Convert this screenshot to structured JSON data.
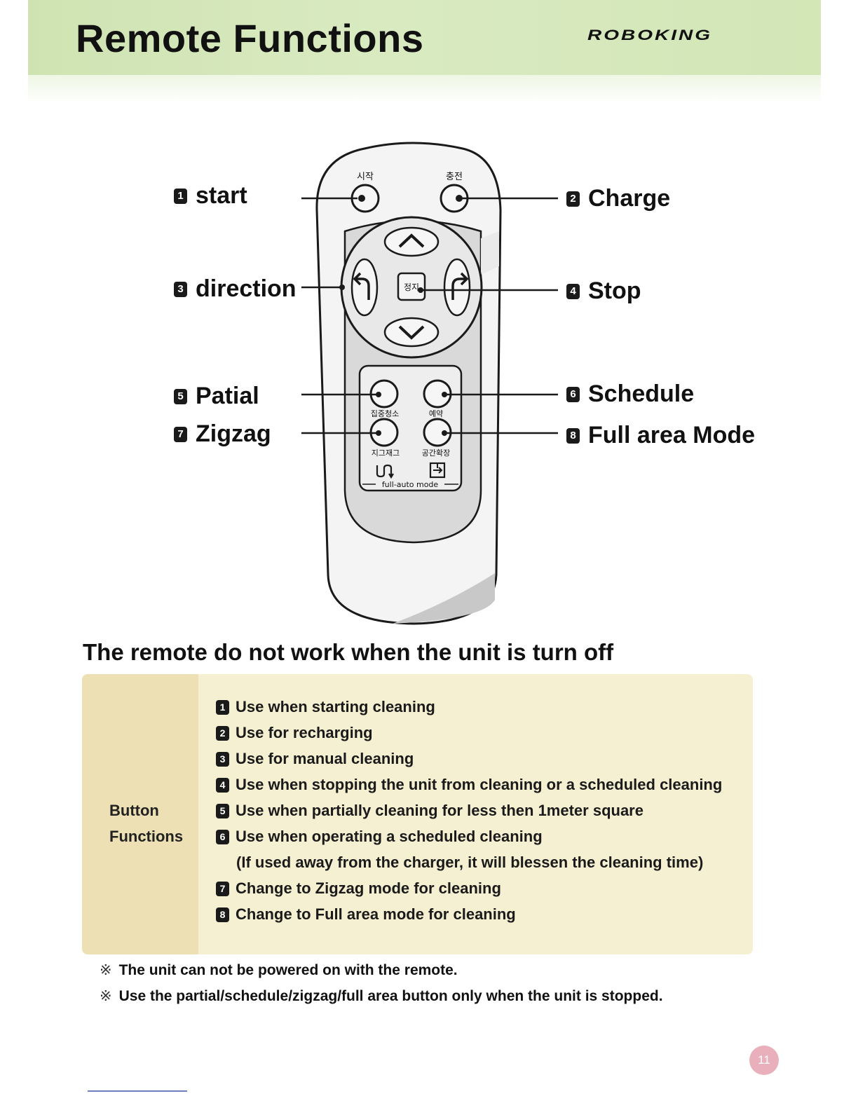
{
  "header": {
    "title": "Remote Functions",
    "logo": "ROBOKING"
  },
  "callouts": [
    {
      "num": "1",
      "label": "start"
    },
    {
      "num": "2",
      "label": "Charge"
    },
    {
      "num": "3",
      "label": "direction"
    },
    {
      "num": "4",
      "label": "Stop"
    },
    {
      "num": "5",
      "label": "Patial"
    },
    {
      "num": "6",
      "label": "Schedule"
    },
    {
      "num": "7",
      "label": "Zigzag"
    },
    {
      "num": "8",
      "label": "Full area Mode"
    }
  ],
  "remote": {
    "start_label": "시작",
    "charge_label": "충전",
    "stop_label": "정지",
    "partial_label": "집중청소",
    "schedule_label": "예약",
    "zigzag_label": "지그재그",
    "fullarea_label": "공간확장",
    "mode_text": "full-auto mode"
  },
  "warning": "The remote do not work when the unit is turn off",
  "table": {
    "heading_line1": "Button",
    "heading_line2": "Functions",
    "rows": [
      {
        "num": "1",
        "text": "Use when starting cleaning"
      },
      {
        "num": "2",
        "text": "Use for recharging"
      },
      {
        "num": "3",
        "text": "Use for manual cleaning"
      },
      {
        "num": "4",
        "text": "Use when stopping the unit from cleaning or a scheduled cleaning"
      },
      {
        "num": "5",
        "text": "Use when partially cleaning for less then 1meter square"
      },
      {
        "num": "6",
        "text": "Use when operating a scheduled cleaning"
      },
      {
        "num": "",
        "text": "(If used away from the charger, it will blessen the cleaning time)"
      },
      {
        "num": "7",
        "text": "Change to Zigzag mode for cleaning"
      },
      {
        "num": "8",
        "text": "Change to Full area mode for cleaning"
      }
    ]
  },
  "notes": [
    {
      "mark": "※",
      "text": "The unit can not be powered on with the remote."
    },
    {
      "mark": "※",
      "text": "Use the partial/schedule/zigzag/full area button only when the unit is stopped."
    }
  ],
  "page_number": "11"
}
